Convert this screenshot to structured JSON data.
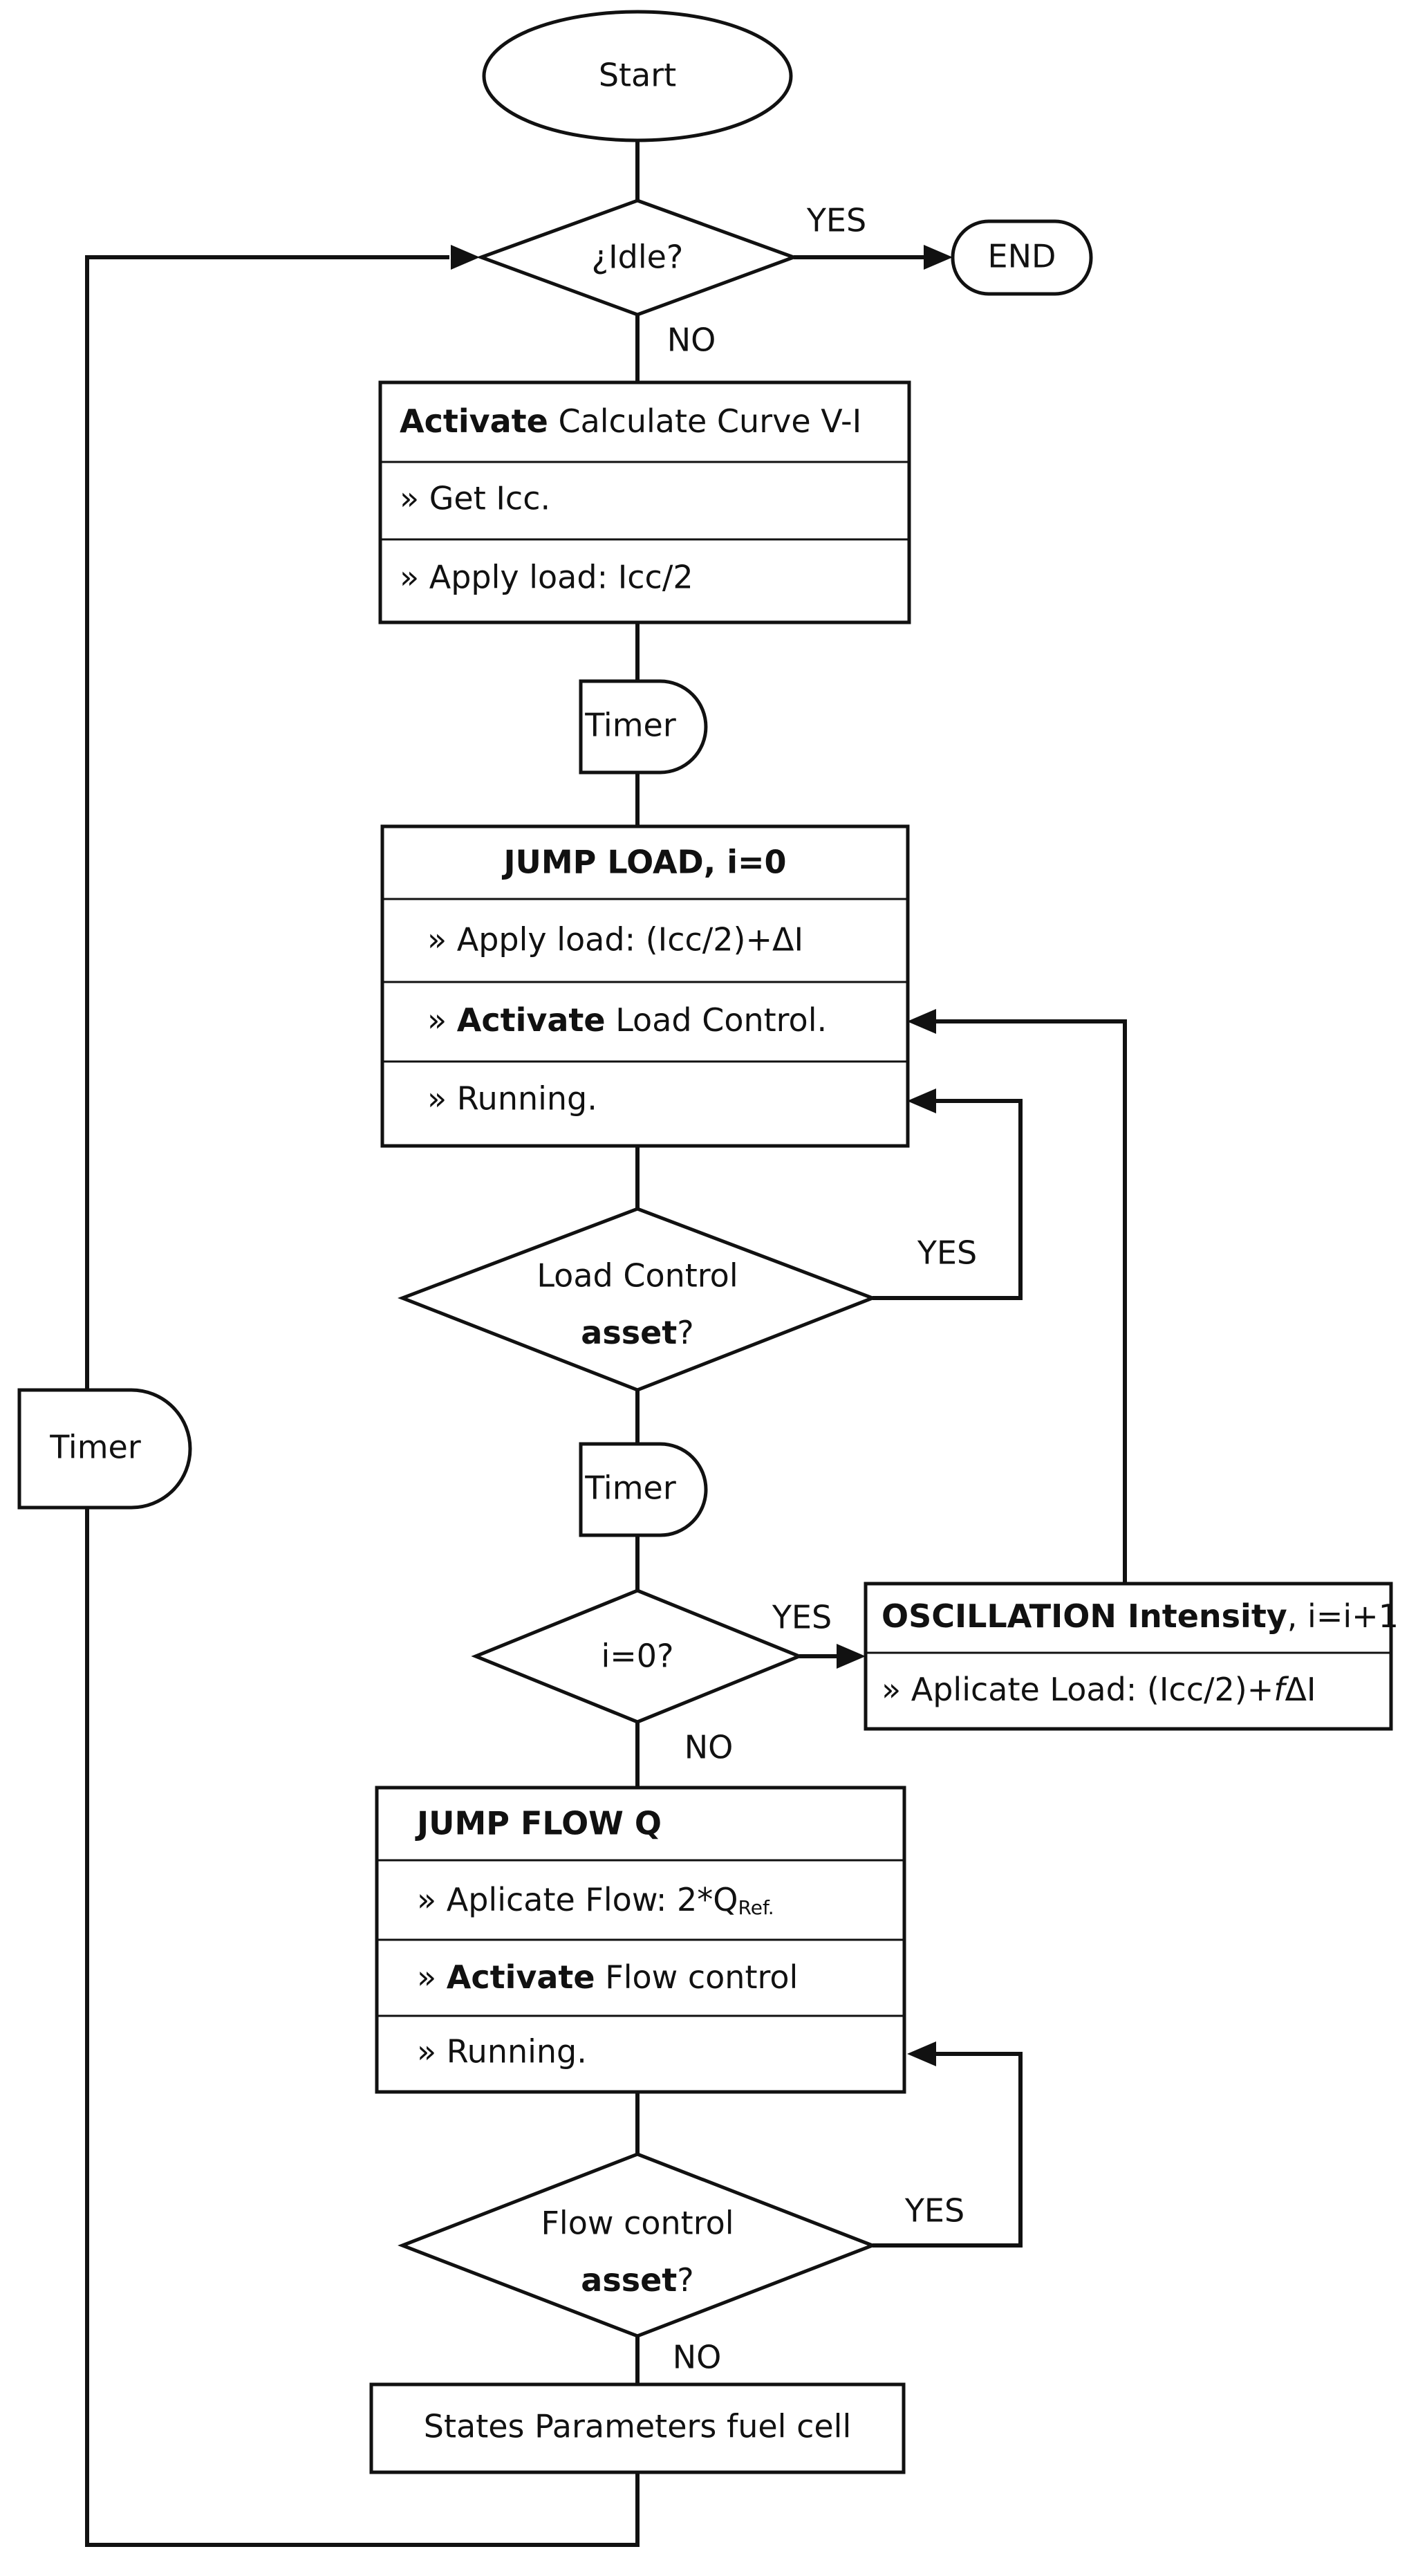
{
  "nodes": {
    "start": "Start",
    "idle": "¿Idle?",
    "end": "END",
    "timer_1": "Timer",
    "timer_2": "Timer",
    "timer_side": "Timer",
    "load_control_q1": "Load Control",
    "load_control_q2_bold": "asset",
    "load_control_q2_rest": "?",
    "i_check": "i=0?",
    "flow_control_q1": "Flow control",
    "flow_control_q2_bold": "asset",
    "flow_control_q2_rest": "?",
    "final_state": "States Parameters fuel cell"
  },
  "blocks": {
    "calc_curve": {
      "header_bold": "Activate",
      "header_rest": " Calculate Curve V-I",
      "row1": "» Get Icc.",
      "row2": "» Apply load: Icc/2"
    },
    "jump_load": {
      "header": "JUMP LOAD, i=0",
      "row1": "» Apply load: (Icc/2)+ΔI",
      "row2_prefix": "» ",
      "row2_bold": "Activate",
      "row2_rest": " Load Control.",
      "row3": "» Running."
    },
    "oscillation": {
      "header_bold": "OSCILLATION Intensity",
      "header_rest": ", i=i+1",
      "row1_pre": "» Aplicate Load: (Icc/2)+",
      "row1_italic": "f",
      "row1_post": "ΔI"
    },
    "jump_flow": {
      "header": "JUMP FLOW Q",
      "row1_pre": "» Aplicate Flow: 2*Q",
      "row1_sub": "Ref.",
      "row2_prefix": "» ",
      "row2_bold": "Activate",
      "row2_rest": " Flow control",
      "row3": "» Running."
    }
  },
  "edge_labels": {
    "idle_yes": "YES",
    "idle_no": "NO",
    "load_yes": "YES",
    "i_yes": "YES",
    "i_no": "NO",
    "flow_yes": "YES",
    "flow_no": "NO"
  }
}
